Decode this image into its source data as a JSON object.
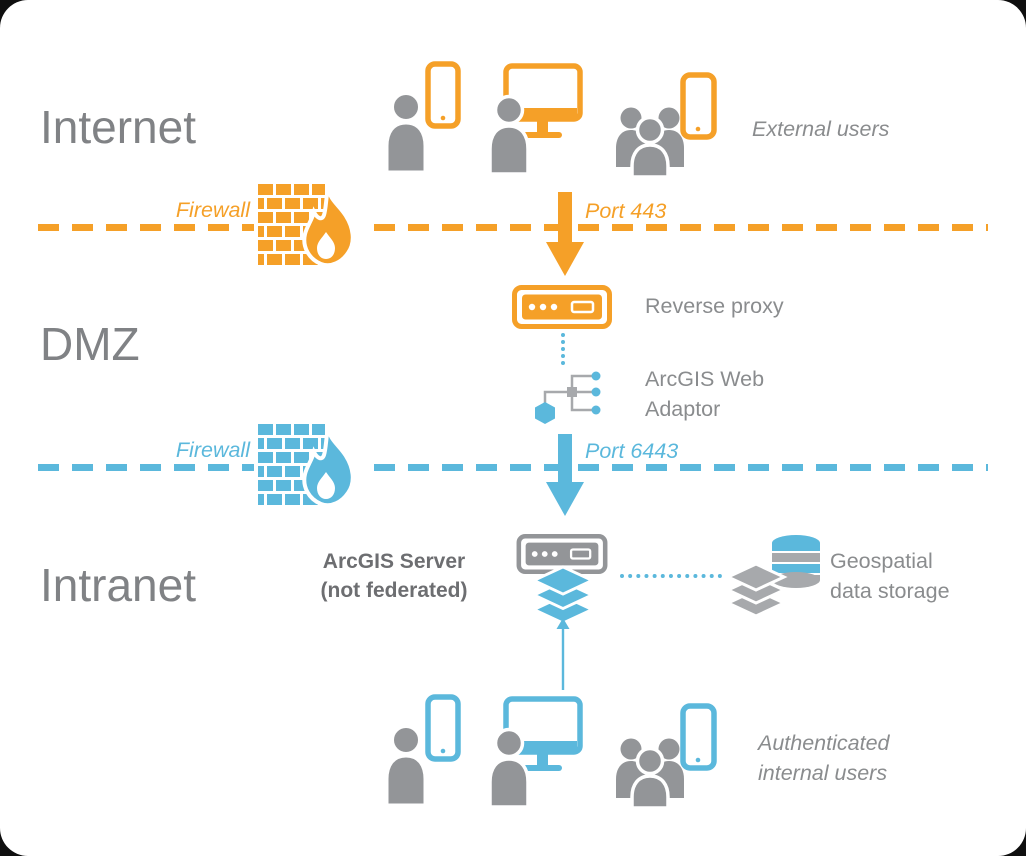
{
  "colors": {
    "orange": "#F5A028",
    "blue": "#5BB8DC",
    "person_gray": "#939598",
    "light_gray": "#A7A9AC",
    "text_gray": "#8A8C8E",
    "zone_gray": "#808285",
    "dark_text": "#6D6E71"
  },
  "zone_labels": {
    "internet": "Internet",
    "dmz": "DMZ",
    "intranet": "Intranet"
  },
  "top": {
    "external_users": "External users",
    "firewall": "Firewall",
    "port": "Port 443"
  },
  "middle": {
    "reverse_proxy": "Reverse proxy",
    "web_adaptor_line1": "ArcGIS Web",
    "web_adaptor_line2": "Adaptor",
    "firewall": "Firewall",
    "port": "Port 6443"
  },
  "bottom": {
    "server_line1": "ArcGIS Server",
    "server_line2": "(not federated)",
    "storage_line1": "Geospatial",
    "storage_line2": "data storage",
    "users_line1": "Authenticated",
    "users_line2": "internal users"
  }
}
